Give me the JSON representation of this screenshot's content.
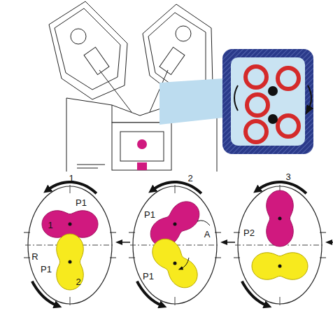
{
  "diagram": {
    "labels": [
      "1",
      "2",
      "3",
      "P1",
      "1",
      "R",
      "P1",
      "2",
      "P1",
      "A",
      "P1",
      "P2"
    ]
  }
}
